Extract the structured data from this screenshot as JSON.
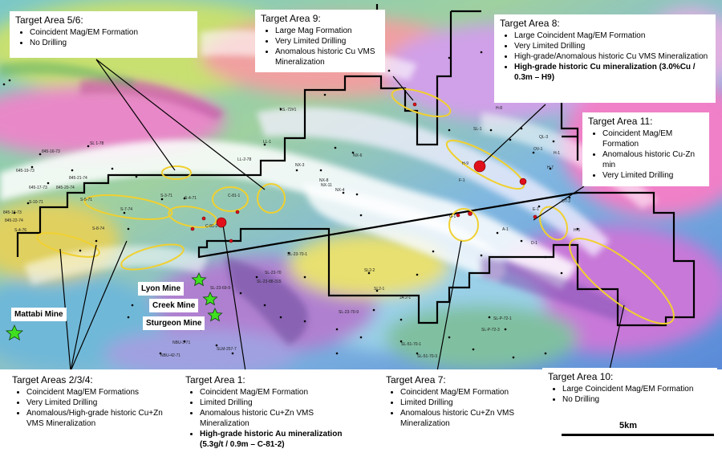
{
  "callouts": {
    "t56": {
      "title": "Target Area 5/6:",
      "items": [
        {
          "text": "Coincident Mag/EM Formation"
        },
        {
          "text": "No Drilling"
        }
      ]
    },
    "t9": {
      "title": "Target Area 9:",
      "items": [
        {
          "text": "Large Mag Formation"
        },
        {
          "text": "Very Limited Drilling"
        },
        {
          "text": "Anomalous historic Cu VMS Mineralization"
        }
      ]
    },
    "t8": {
      "title": "Target Area 8:",
      "items": [
        {
          "text": "Large Coincident Mag/EM Formation"
        },
        {
          "text": "Very Limited Drilling"
        },
        {
          "text": "High-grade/Anomalous historic Cu VMS Mineralization"
        },
        {
          "text": "High-grade historic Cu mineralization (3.0%Cu / 0.3m – H9)",
          "bold": true
        }
      ]
    },
    "t11": {
      "title": "Target Area 11:",
      "items": [
        {
          "text": "Coincident Mag/EM Formation"
        },
        {
          "text": "Anomalous historic Cu-Zn min"
        },
        {
          "text": "Very Limited Drilling"
        }
      ]
    },
    "t234": {
      "title": "Target Areas 2/3/4:",
      "items": [
        {
          "text": "Coincident Mag/EM Formations"
        },
        {
          "text": "Very Limited Drilling"
        },
        {
          "text": "Anomalous/High-grade historic Cu+Zn VMS Mineralization"
        }
      ]
    },
    "t1": {
      "title": "Target Area 1:",
      "items": [
        {
          "text": "Coincident Mag/EM Formation"
        },
        {
          "text": "Limited Drilling"
        },
        {
          "text": "Anomalous historic Cu+Zn VMS Mineralization"
        },
        {
          "text": "High-grade historic Au mineralization (5.3g/t / 0.9m – C-81-2)",
          "bold": true
        }
      ]
    },
    "t7": {
      "title": "Target Area 7:",
      "items": [
        {
          "text": "Coincident Mag/EM Formation"
        },
        {
          "text": "Limited Drilling"
        },
        {
          "text": "Anomalous historic Cu+Zn VMS Mineralization"
        }
      ]
    },
    "t10": {
      "title": "Target Area 10:",
      "items": [
        {
          "text": "Large Coincident Mag/EM Formation"
        },
        {
          "text": "No Drilling"
        }
      ]
    }
  },
  "mines": {
    "lyon": "Lyon Mine",
    "creek": "Creek Mine",
    "sturgeon": "Sturgeon Mine",
    "mattabi": "Mattabi Mine"
  },
  "scale_label": "5km",
  "drill_labels": {
    "sl178": "SL 1-78",
    "s1673": "845-16-73",
    "s1973": "645-19-73",
    "s1773": "645-17-73",
    "s2074": "845-20-74",
    "s2174": "845-21-74",
    "s1071": "S-10-71",
    "s1673b": "845-16-73",
    "s2274": "845-22-74",
    "s476": "S-4-76",
    "s571": "S-5-71",
    "s774": "S-7-74",
    "s874": "S-8-74",
    "s371": "S-3-71",
    "s471": "S-4-71",
    "c81": "C-81-1",
    "c812": "C-81-2",
    "tsr": "T.S.-72#1",
    "ll278": "LL-2-78",
    "nx3": "NX-3",
    "nx6": "NX-6",
    "nx4": "NX-4",
    "nx11": "NX-11",
    "nx8": "NX-8",
    "h8": "H-8",
    "h9": "H-9",
    "h5": "H-5",
    "h7": "H-7",
    "h1": "H-1",
    "g1": "G-1",
    "f1": "F-1",
    "a1": "A-1",
    "d1": "D-1",
    "e1": "E-1",
    "ot2": "OT-2",
    "sl1": "SL-1",
    "sl2": "SL2-2",
    "sl21": "SL2-1",
    "ja": "JA 2-1",
    "sl2321": "SL-23-70-1",
    "sl2370": "SL-23-70",
    "slp": "SL-P-72-1",
    "slp3": "SL-P-72-3",
    "sl51": "SL-51-70-1",
    "sl51b": "SL-51-70-3",
    "nbu": "NBU-3-71",
    "nbu2": "NBU-42-71",
    "slm": "SLM-257-7",
    "sl23": "SL-23-69-9",
    "sl2368": "SL-23-88-315",
    "ll1": "LL-1",
    "ov1": "OV-1",
    "d12": "SL-23-70-9",
    "ql": "QL-3"
  }
}
